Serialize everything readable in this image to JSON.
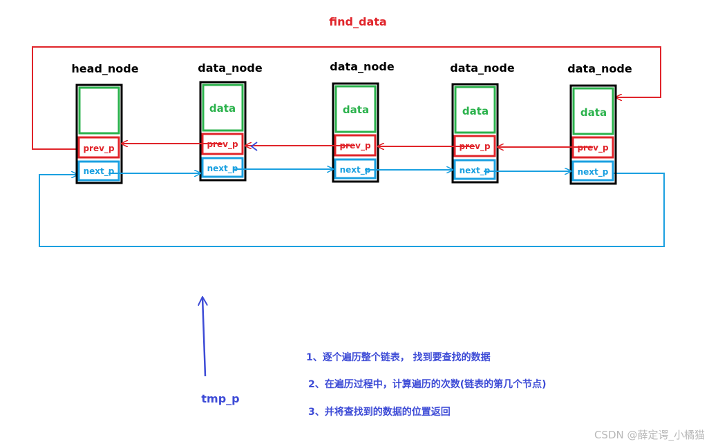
{
  "colors": {
    "red": "#e0242a",
    "blue": "#1aa0e0",
    "green": "#2bb24c",
    "black": "#000000",
    "indigo": "#3d4bd6",
    "watermark": "#b8b8b8"
  },
  "labels": {
    "find_data": "find_data",
    "tmp_p": "tmp_p"
  },
  "nodes": [
    {
      "title": "head_node",
      "data": "",
      "prev": "prev_p",
      "next": "next_p"
    },
    {
      "title": "data_node",
      "data": "data",
      "prev": "prev_p",
      "next": "next_p"
    },
    {
      "title": "data_node",
      "data": "data",
      "prev": "prev_p",
      "next": "next_p"
    },
    {
      "title": "data_node",
      "data": "data",
      "prev": "prev_p",
      "next": "next_p"
    },
    {
      "title": "data_node",
      "data": "data",
      "prev": "prev_p",
      "next": "next_p"
    }
  ],
  "steps": [
    "1、逐个遍历整个链表， 找到要查找的数据",
    "2、在遍历过程中，计算遍历的次数(链表的第几个节点)",
    "3、并将查找到的数据的位置返回"
  ],
  "watermark": "CSDN @薛定谔_小橘猫"
}
